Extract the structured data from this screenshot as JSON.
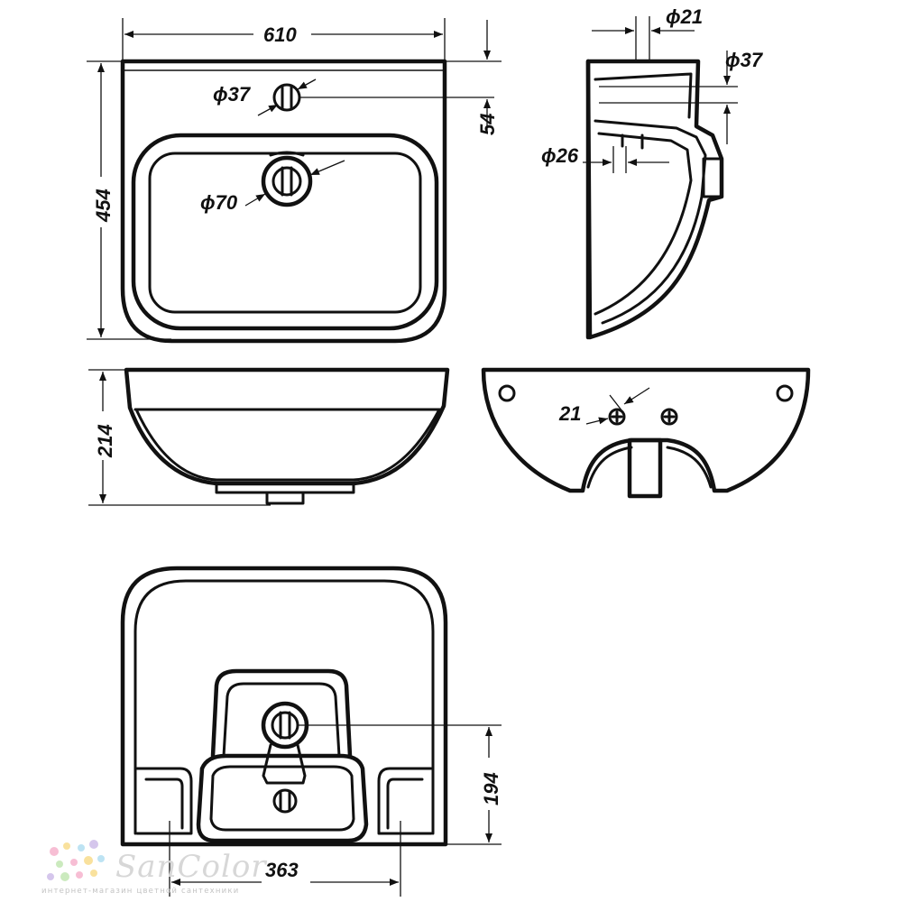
{
  "dimensions": {
    "width_610": "610",
    "height_454": "454",
    "hole_37_top": "ϕ37",
    "hole_70": "ϕ70",
    "offset_54": "54",
    "pipe_21": "ϕ21",
    "pipe_37": "ϕ37",
    "pipe_26": "ϕ26",
    "depth_214": "214",
    "hole_21": "21",
    "bottom_194": "194",
    "bottom_363": "363"
  },
  "watermark": {
    "brand": "SanColor",
    "tagline": "интернет-магазин цветной сантехники",
    "dot_colors": [
      "#f4a8c6",
      "#f7d77c",
      "#a7d9ef",
      "#c7b3e6",
      "#b9e3a8"
    ]
  },
  "colors": {
    "ink": "#111111",
    "paper": "#ffffff"
  }
}
